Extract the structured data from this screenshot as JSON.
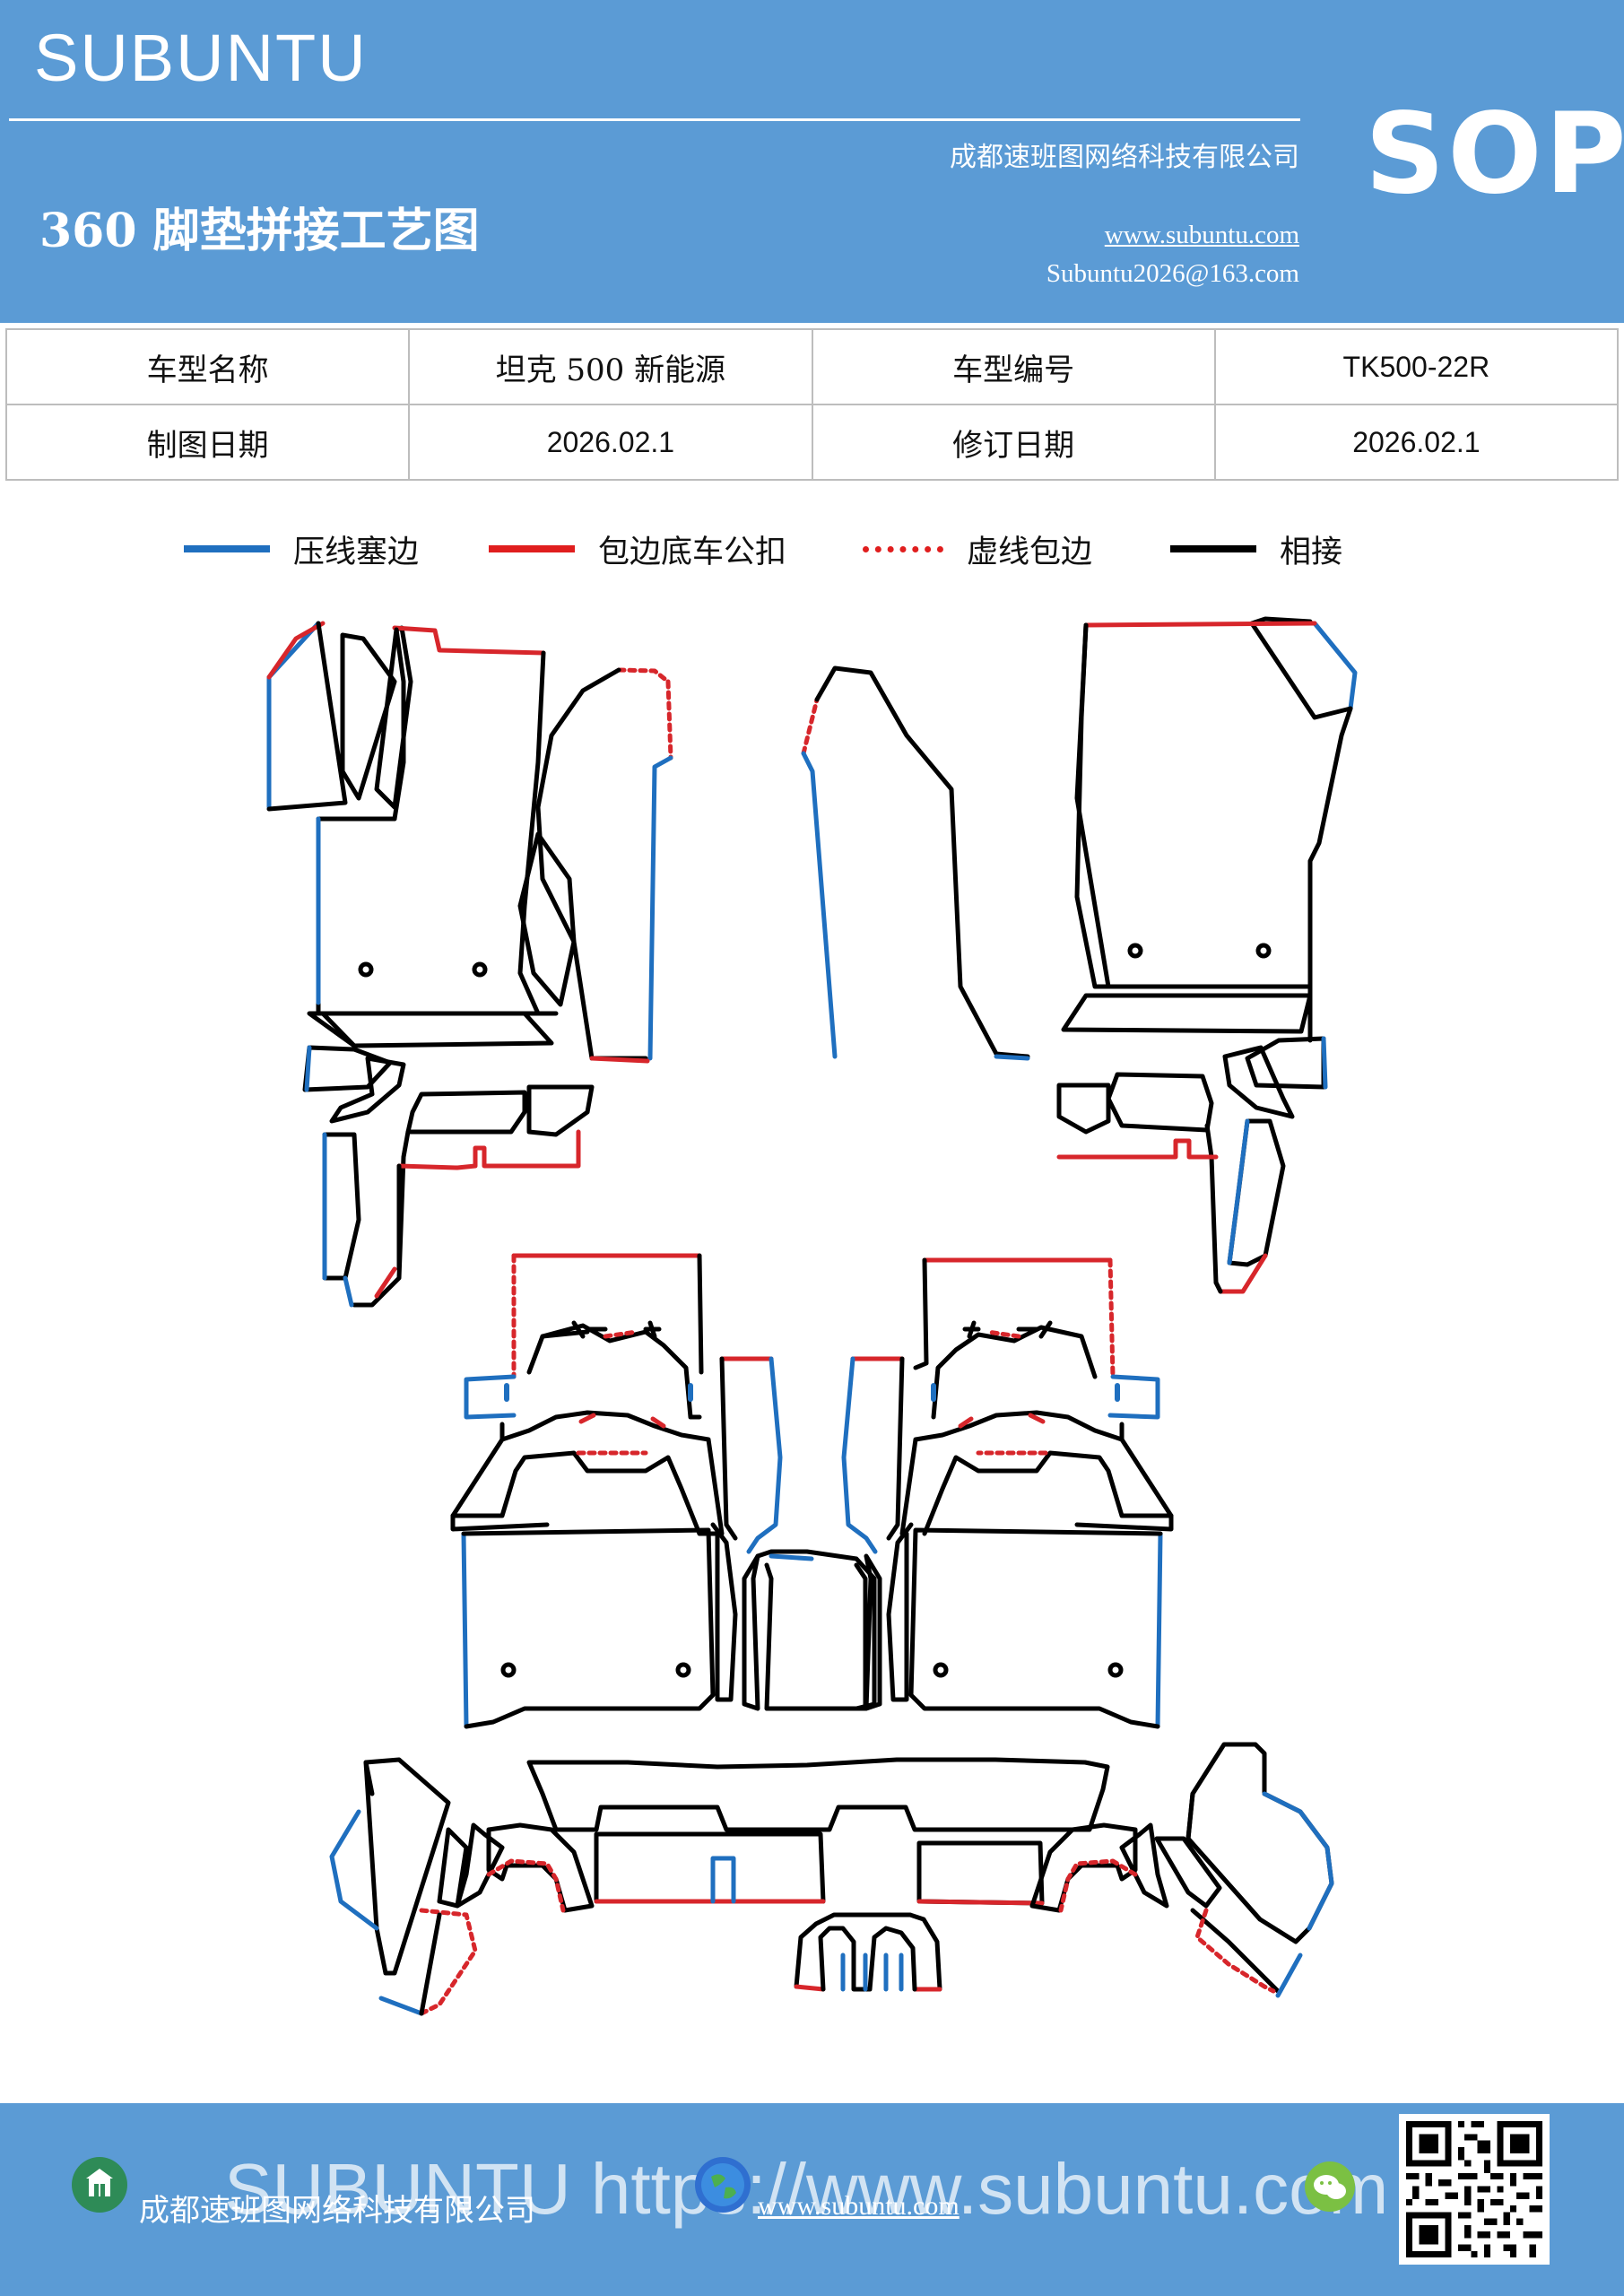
{
  "header": {
    "brand": "SUBUNTU",
    "title": "360 脚垫拼接工艺图",
    "company": "成都速班图网络科技有限公司",
    "website": "www.subuntu.com",
    "email": "Subuntu2026@163.com",
    "badge": "SOP"
  },
  "info": {
    "row1": {
      "label1": "车型名称",
      "value1": "坦克 500 新能源",
      "label2": "车型编号",
      "value2": "TK500-22R"
    },
    "row2": {
      "label1": "制图日期",
      "value1": "2026.02.1",
      "label2": "修订日期",
      "value2": "2026.02.1"
    }
  },
  "legend": [
    {
      "label": "压线塞边",
      "color": "#1f6fbf",
      "style": "solid"
    },
    {
      "label": "包边底车公扣",
      "color": "#e01e1e",
      "style": "solid"
    },
    {
      "label": "虚线包边",
      "color": "#e01e1e",
      "style": "dotted"
    },
    {
      "label": "相接",
      "color": "#000000",
      "style": "solid"
    }
  ],
  "footer": {
    "watermark": "SUBUNTU https://www.subuntu.com",
    "company": "成都速班图网络科技有限公司",
    "website": "www.subuntu.com"
  }
}
